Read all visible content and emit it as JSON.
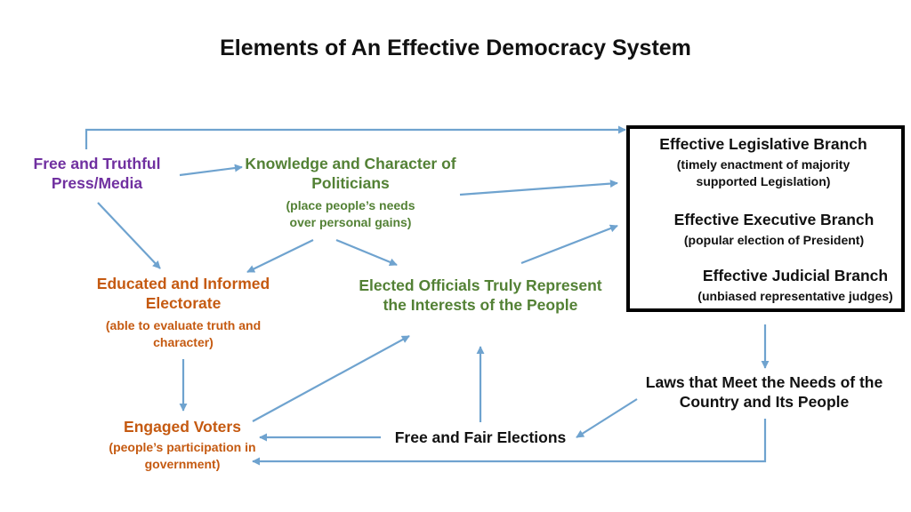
{
  "title": "Elements of An Effective Democracy System",
  "colors": {
    "arrow": "#6fa3cf",
    "purple": "#7030a0",
    "green": "#538135",
    "orange": "#c55a11",
    "black": "#111111"
  },
  "nodes": {
    "press": {
      "main": "Free and Truthful Press/Media"
    },
    "politicians": {
      "main": "Knowledge and Character of Politicians",
      "sub": "(place people’s needs over personal gains)"
    },
    "electorate": {
      "main": "Educated and Informed Electorate",
      "sub": "(able to evaluate truth and character)"
    },
    "officials": {
      "main": "Elected Officials Truly Represent the Interests of the People"
    },
    "voters": {
      "main": "Engaged Voters",
      "sub": "(people’s participation in government)"
    },
    "elections": {
      "main": "Free and Fair Elections"
    },
    "laws": {
      "main": "Laws that Meet the Needs of the Country and Its People"
    },
    "legislative": {
      "main": "Effective Legislative Branch",
      "sub": "(timely enactment of majority supported Legislation)"
    },
    "executive": {
      "main": "Effective Executive Branch",
      "sub": "(popular election of President)"
    },
    "judicial": {
      "main": "Effective Judicial Branch",
      "sub": "(unbiased representative judges)"
    }
  }
}
